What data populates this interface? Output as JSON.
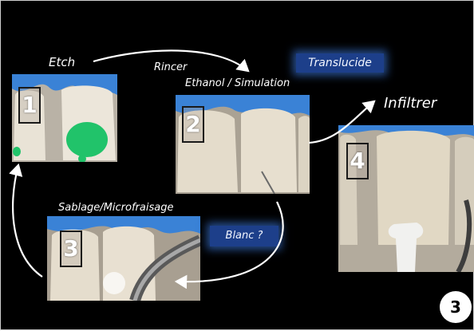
{
  "colors": {
    "background": "#000000",
    "arrow": "#ffffff",
    "gum": "#3a82d6",
    "etch_gel": "#21c36a",
    "label_glow": "#1d3f8a"
  },
  "steps": [
    {
      "number": "1"
    },
    {
      "number": "2"
    },
    {
      "number": "3"
    },
    {
      "number": "4"
    }
  ],
  "labels": {
    "etch": "Etch",
    "rincer": "Rincer",
    "ethanol_simulation": "Ethanol / Simulation",
    "translucide": "Translucide",
    "infiltrer": "Infiltrer",
    "sablage_microfraisage": "Sablage/Microfraisage",
    "blanc": "Blanc ?"
  },
  "figure_number": "3"
}
